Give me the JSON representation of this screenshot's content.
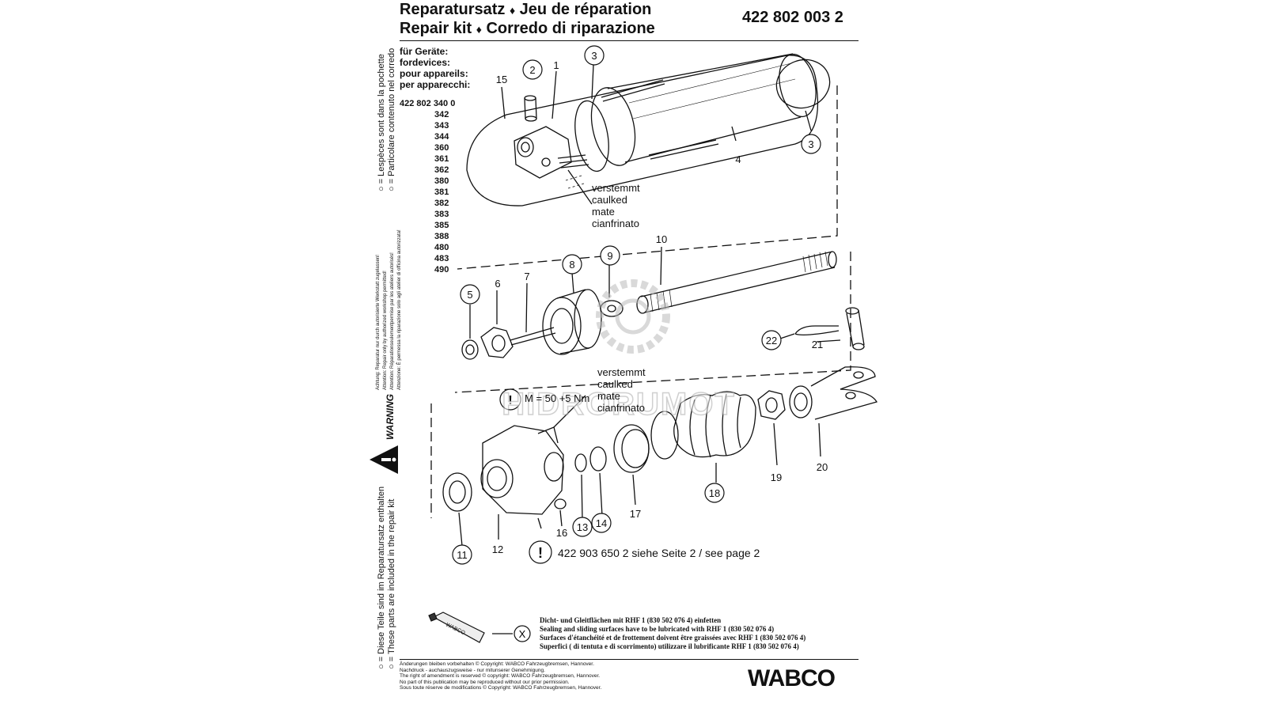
{
  "header": {
    "title_line1_de": "Reparatursatz",
    "title_line1_fr": "Jeu de réparation",
    "title_line2_en": "Repair kit",
    "title_line2_it": "Corredo di riparazione",
    "separator": "♦",
    "part_number": "422 802 003 2"
  },
  "devices": {
    "labels": [
      "für Geräte:",
      "fordevices:",
      "pour appareils:",
      "per apparecchi:"
    ],
    "first": "422 802 340 0",
    "suffixes": [
      "342",
      "343",
      "344",
      "360",
      "361",
      "362",
      "380",
      "381",
      "382",
      "383",
      "385",
      "388",
      "480",
      "483",
      "490"
    ]
  },
  "side": {
    "legend_fr": "○ = Lespèces sont dans la pochette",
    "legend_it": "○ = Particolare contenuto nel corredo",
    "attention_lines": [
      "Achtung: Reparatur nur durch autorisierte Werkstatt zugelassen!",
      "Attention: Repair only by authorized workshop permitted!",
      "Attention: Réparationseulementpermise par les ateliers autorisés!",
      "Attenzione: È permessa la riparazione solo agli atelier di officina autorizzata!"
    ],
    "warning": "WARNING",
    "legend_de": "○ = Diese Teile sind im Reparatursatz enthalten",
    "legend_en": "○ = These parts are included in the repair kit"
  },
  "callouts": {
    "circled": [
      "2",
      "3",
      "3",
      "8",
      "9",
      "5",
      "22",
      "18",
      "11",
      "13",
      "14"
    ],
    "plain": [
      "15",
      "1",
      "4",
      "10",
      "6",
      "7",
      "21",
      "19",
      "20",
      "17",
      "12",
      "16"
    ]
  },
  "annotations": {
    "caulked_1": [
      "verstemmt",
      "caulked",
      "mate",
      "cianfrinato"
    ],
    "caulked_2": [
      "verstemmt",
      "caulked",
      "mate",
      "cianfrinato"
    ],
    "torque": "M = 50 +5 Nm",
    "exclaim": "!",
    "see_page": "422 903 650 2 siehe Seite 2 / see page 2"
  },
  "lubricant": {
    "tube_label": "WABCO",
    "marker": "X",
    "lines": [
      "Dicht- und Gleitflächen mit   RHF 1  (830 502 076 4)  einfetten",
      "Sealing and sliding surfaces have to be lubricated   with RHF 1 (830 502 076 4)",
      "Surfaces d'étanchéité et de frottement doivent être graissées avec RHF 1 (830 502 076 4)",
      "Superfici ( di tentuta e di scorrimento) utilizzare il lubrificante RHF 1 (830 502 076 4)"
    ]
  },
  "footer": {
    "lines": [
      "Änderungen bleiben vorbehalten © Copyright: WABCO Fahrzeugbremsen, Hannover.",
      "Nachdruck - auchauszugsweise - nur mitunserer Genehmigung.",
      "The right of amendment is reserved © copyright: WABCO Fahrzeugbremsen, Hannover.",
      "No part of this publication may be reproduced without our prior permission.",
      "Sous toute réserve de modifications © Copyright: WABCO Fahrzeugbremsen, Hannover."
    ],
    "logo": "WABCO"
  },
  "watermark": {
    "text": "HIDRORUMOT"
  },
  "colors": {
    "ink": "#111111",
    "paper": "#ffffff",
    "watermark": "#bbbbbb"
  }
}
